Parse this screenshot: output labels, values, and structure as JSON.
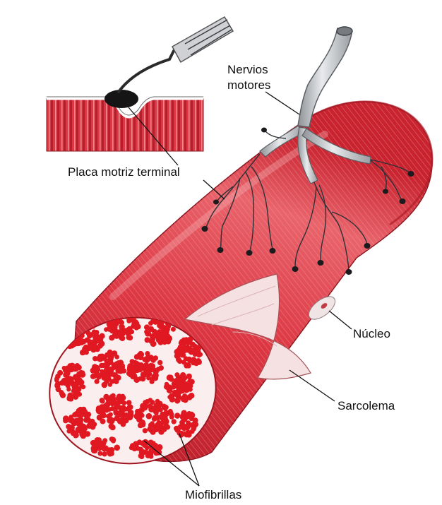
{
  "labels": {
    "nervios_line1": "Nervios",
    "nervios_line2": "motores",
    "placa": "Placa motriz terminal",
    "nucleo": "Núcleo",
    "sarcolema": "Sarcolema",
    "miofibrillas": "Miofibrillas"
  },
  "colors": {
    "muscle_red": "#d42a35",
    "muscle_dark": "#9e1620",
    "muscle_light": "#ec7a7f",
    "fibril_red": "#e01822",
    "nerve_gray": "#b9bcc0",
    "nerve_dark": "#4a4d52",
    "endplate_black": "#151515"
  }
}
